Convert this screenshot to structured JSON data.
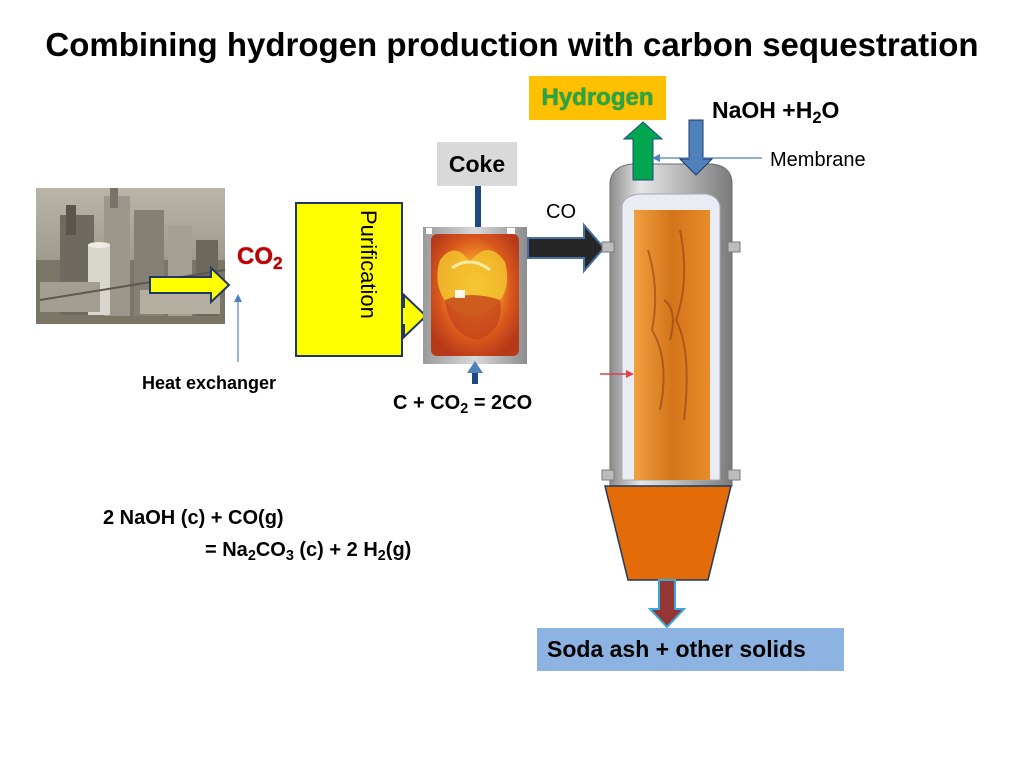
{
  "title": "Combining hydrogen production with carbon sequestration",
  "labels": {
    "hydrogen": "Hydrogen",
    "naoh_h2o_prefix": "NaOH +H",
    "naoh_h2o_sub": "2",
    "naoh_h2o_suffix": "O",
    "membrane": "Membrane",
    "coke": "Coke",
    "co": "CO",
    "co2_main": "CO",
    "co2_sub": "2",
    "purification": "Purification",
    "heat_exchanger": "Heat exchanger",
    "soda_ash": "Soda ash + other solids"
  },
  "equations": {
    "boudouard": {
      "part1": "C + CO",
      "sub1": "2",
      "part2": " = 2CO"
    },
    "main": {
      "line1": "2 NaOH (c) + CO(g)",
      "l2_a": "= Na",
      "l2_sub1": "2",
      "l2_b": "CO",
      "l2_sub2": "3",
      "l2_c": " (c) + 2 H",
      "l2_sub3": "2",
      "l2_d": "(g)"
    }
  },
  "colors": {
    "hydrogen_box": "#ffc000",
    "hydrogen_text": "#22a84a",
    "hydrogen_arrow": "#00a550",
    "naoh_arrow": "#4f81bd",
    "purification_box": "#ffff00",
    "co2_text": "#c00000",
    "coke_box": "#d9d9d9",
    "soda_box": "#8db3e2",
    "hopper": "#e36c09",
    "reactor_bed": "#e8821c",
    "co_arrow": "#262626",
    "outlet_arrow": "#943634"
  },
  "icons": {
    "plant_photo": "industrial-plant-photo",
    "gasifier_photo": "burning-coke-photo"
  }
}
